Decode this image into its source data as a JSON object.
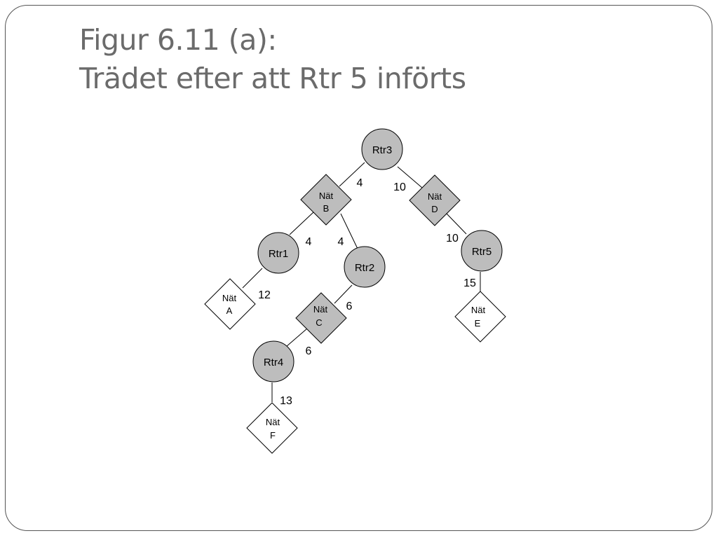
{
  "slide": {
    "title_line1": "Figur 6.11 (a):",
    "title_line2": "Trädet efter att Rtr 5 införts"
  },
  "diagram": {
    "colors": {
      "filled": "#bdbdbd",
      "empty": "#ffffff",
      "stroke": "#000000"
    },
    "nodes": {
      "rtr3": "Rtr3",
      "rtr1": "Rtr1",
      "rtr2": "Rtr2",
      "rtr4": "Rtr4",
      "rtr5": "Rtr5",
      "natB": {
        "line1": "Nät",
        "line2": "B"
      },
      "natD": {
        "line1": "Nät",
        "line2": "D"
      },
      "natA": {
        "line1": "Nät",
        "line2": "A"
      },
      "natC": {
        "line1": "Nät",
        "line2": "C"
      },
      "natE": {
        "line1": "Nät",
        "line2": "E"
      },
      "natF": {
        "line1": "Nät",
        "line2": "F"
      }
    },
    "edges": {
      "rtr3_natB": "4",
      "rtr3_natD": "10",
      "natB_rtr1": "4",
      "natB_rtr2": "4",
      "natD_rtr5": "10",
      "rtr1_natA": "12",
      "rtr2_natC": "6",
      "natC_rtr4": "6",
      "rtr5_natE": "15",
      "rtr4_natF": "13"
    }
  }
}
